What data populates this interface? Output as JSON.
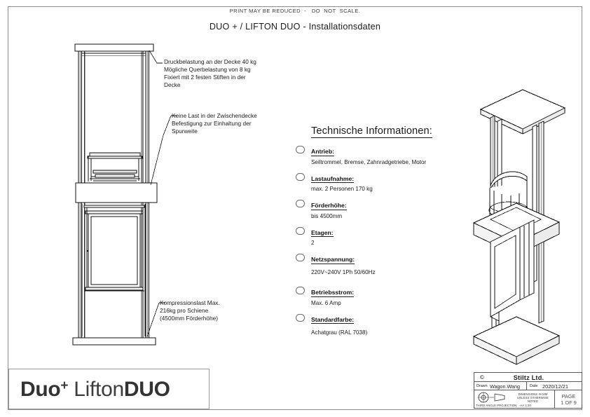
{
  "sheet": {
    "print_note": "PRINT MAY BE REDUCED  -   DO  NOT  SCALE.",
    "title": "DUO + / LIFTON DUO - Installationsdaten"
  },
  "callouts": {
    "ceiling": "Druckbelastung an der Decke 40 kg\nMögliche Querbelastung von 8 kg\nFixiert mit 2 festen Stiften in der\nDecke",
    "intermediate": "Keine Last in der Zwischendecke\nBefestigung zur Einhaltung der\nSpurweite",
    "compression": "Kompressionslast Max.\n216kg pro Schiene\n(4500mm Förderhöhe)"
  },
  "tech": {
    "heading": "Technische Informationen:",
    "items": [
      {
        "label": "Antrieb:",
        "value": "Seiltrommel, Bremse, Zahnradgetriebe, Motor"
      },
      {
        "label": "Lastaufnahme:",
        "value": "max. 2 Personen 170 kg"
      },
      {
        "label": "Förderhöhe:",
        "value": "bis 4500mm"
      },
      {
        "label": "Etagen:",
        "value": "2"
      },
      {
        "label": "Netzspannung:",
        "value": "220V~240V 1Ph 50/60Hz"
      },
      {
        "label": "Betriebsstrom:",
        "value": "Max. 6 Amp"
      },
      {
        "label": "Standardfarbe:",
        "value": "Achatgrau (RAL 7038)"
      }
    ]
  },
  "logo": {
    "duo": "Duo",
    "plus": "+",
    "lifton": "Lifton",
    "duo_caps": "DUO"
  },
  "title_block": {
    "copyright_symbol": "©",
    "company": "Stiltz Ltd.",
    "drawn_label": "Drawn",
    "drawn_value": "Wagon.Wang",
    "date_label": "Date",
    "date_value": "2020/12/21",
    "projection_note": "THIRD ANGLE PROJECTION   -AA 1:20",
    "dimension_note": "DIMENSIONS IN MM UNLESS\nOTHERWISE NOTED",
    "page": "PAGE\n1 OF 9"
  },
  "drawings": {
    "elevation_view_name": "front-elevation-lift-drawing",
    "isometric_view_name": "isometric-3d-lift-drawing"
  }
}
